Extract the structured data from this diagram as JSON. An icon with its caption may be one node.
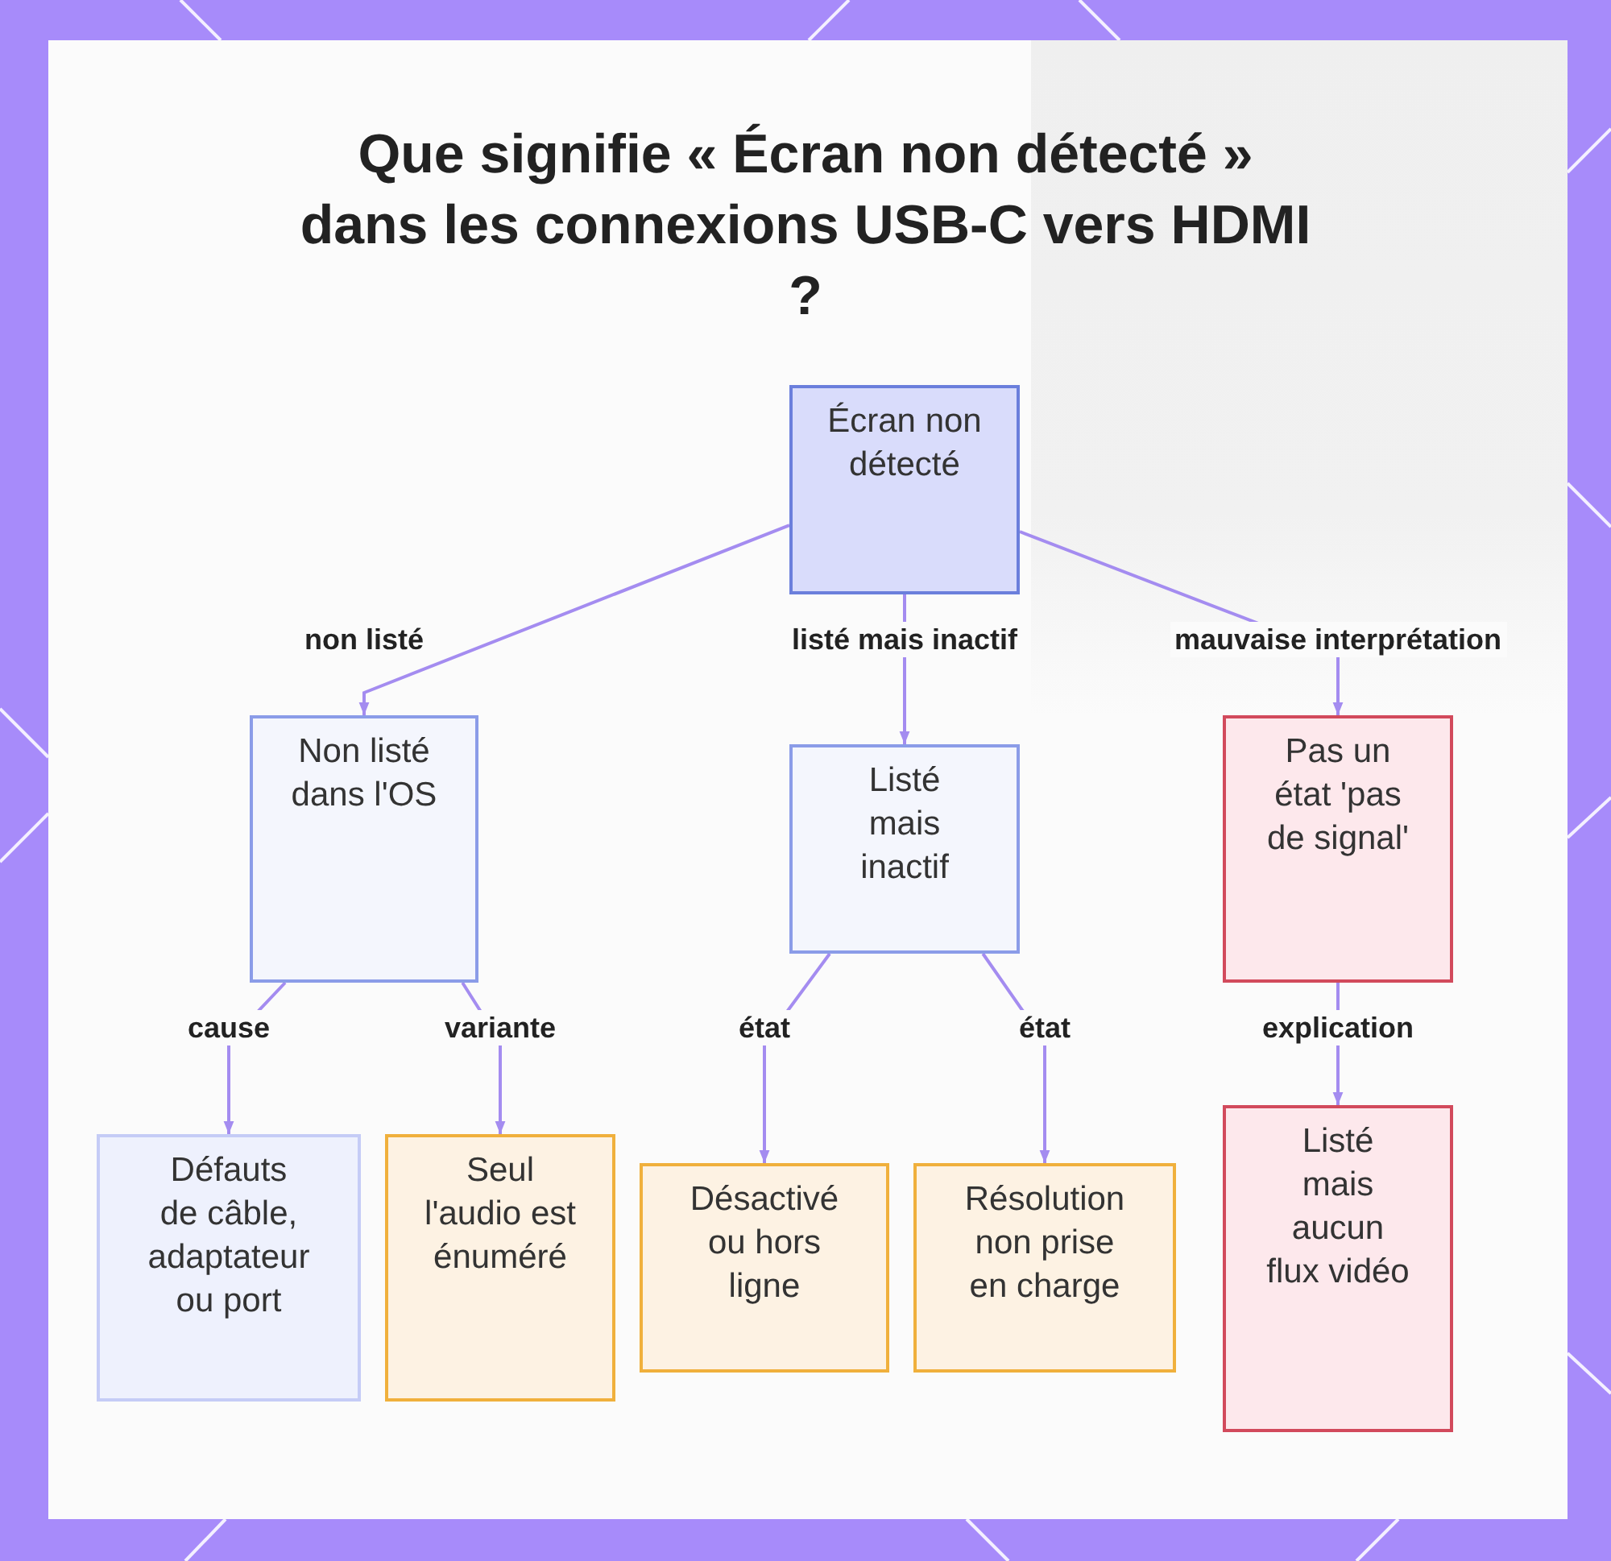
{
  "diagram": {
    "title": "Que signifie « Écran non détecté » dans les connexions USB-C vers HDMI ?",
    "nodes": [
      {
        "text": [
          "Écran non détecté"
        ]
      },
      {
        "text": [
          "Non listé dans l'OS"
        ]
      },
      {
        "text": [
          "Listé mais inactif"
        ]
      },
      {
        "text": [
          "Pas un état 'pas de signal'"
        ]
      },
      {
        "text": [
          "Défauts de câble, adaptateur ou port"
        ]
      },
      {
        "text": [
          "Seul l'audio est énuméré"
        ]
      },
      {
        "text": [
          "Désactivé ou hors ligne"
        ]
      },
      {
        "text": [
          "Résolution non prise en charge"
        ]
      },
      {
        "text": [
          "Listé mais aucun flux vidéo"
        ]
      }
    ],
    "edges": [
      {
        "from": 0,
        "to": 1,
        "arrow": "to",
        "label": "non listé"
      },
      {
        "from": 0,
        "to": 2,
        "arrow": "to",
        "label": "listé mais inactif"
      },
      {
        "from": 0,
        "to": 3,
        "arrow": "to",
        "label": "mauvaise interprétation"
      },
      {
        "from": 1,
        "to": 4,
        "arrow": "to",
        "label": "cause"
      },
      {
        "from": 1,
        "to": 5,
        "arrow": "to",
        "label": "variante"
      },
      {
        "from": 2,
        "to": 6,
        "arrow": "to",
        "label": "état"
      },
      {
        "from": 2,
        "to": 7,
        "arrow": "to",
        "label": "état"
      },
      {
        "from": 3,
        "to": 8,
        "arrow": "to",
        "label": "explication"
      }
    ]
  }
}
